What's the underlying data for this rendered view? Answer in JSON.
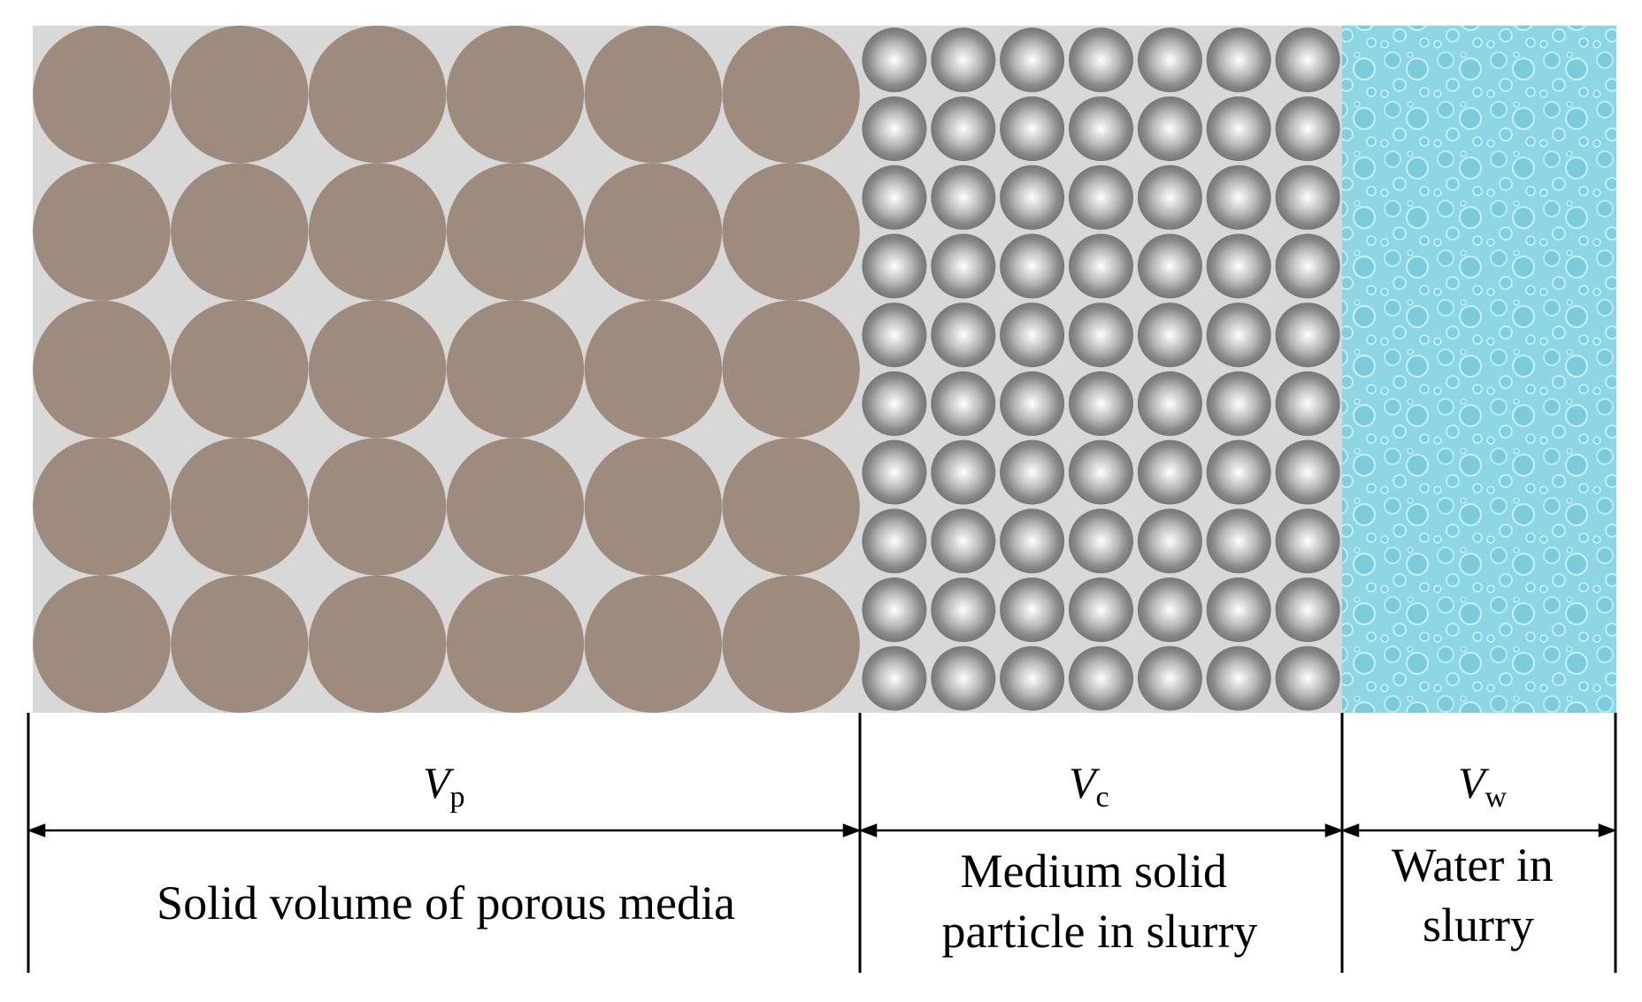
{
  "colors": {
    "background": "#d8d8d8",
    "porous_particle": "#9c8878",
    "slurry_particle_center": "#ffffff",
    "slurry_particle_edge": "#7a7a7a",
    "water": "#8fd6e4",
    "ink": "#000000"
  },
  "sections": [
    {
      "key": "porous",
      "symbol": "V",
      "subscript": "p",
      "description_lines": [
        "Solid volume of porous media"
      ],
      "grid": {
        "cols": 6,
        "rows": 5
      },
      "fill": "porous-texture"
    },
    {
      "key": "particle",
      "symbol": "V",
      "subscript": "c",
      "description_lines": [
        "Medium solid",
        "particle in slurry"
      ],
      "grid": {
        "cols": 7,
        "rows": 10
      },
      "fill": "gray-sphere-gradient"
    },
    {
      "key": "water",
      "symbol": "V",
      "subscript": "w",
      "description_lines": [
        "Water in",
        "slurry"
      ],
      "fill": "water-texture"
    }
  ]
}
